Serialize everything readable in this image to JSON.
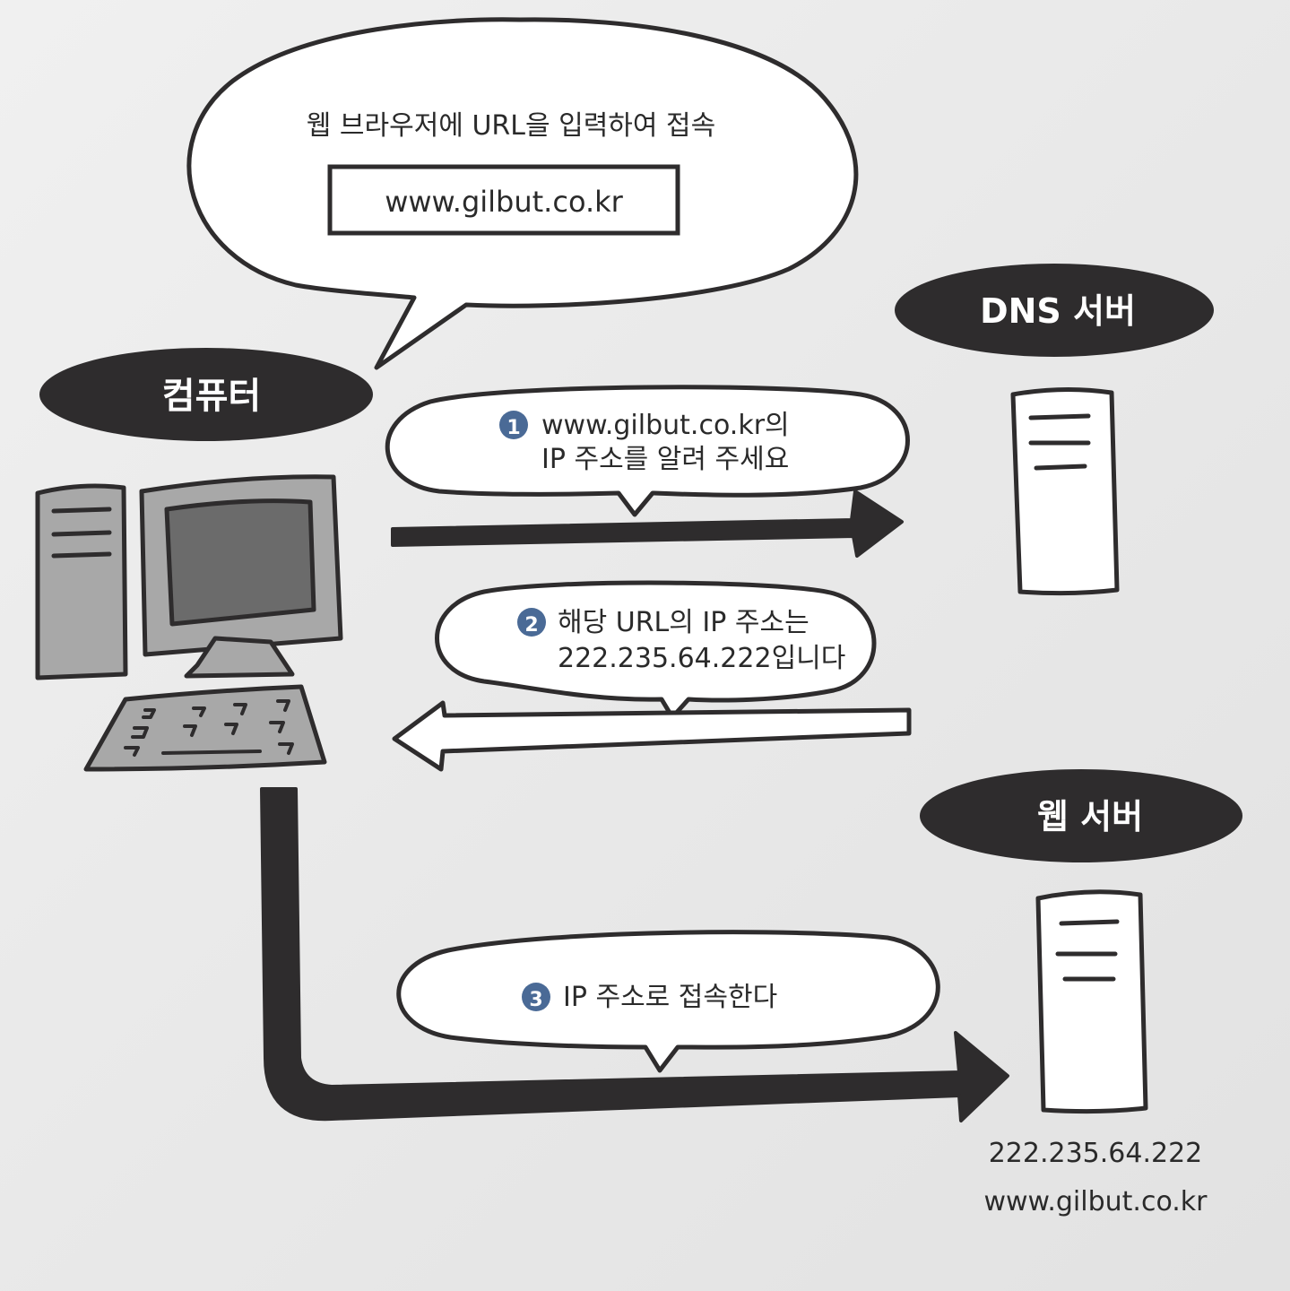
{
  "speech_bubble": {
    "caption": "웹 브라우저에 URL을 입력하여 접속",
    "url_field": "www.gilbut.co.kr"
  },
  "labels": {
    "computer": "컴퓨터",
    "dns_server": "DNS 서버",
    "web_server": "웹 서버"
  },
  "steps": [
    {
      "number": "1",
      "lines": [
        "www.gilbut.co.kr의",
        "IP 주소를 알려 주세요"
      ]
    },
    {
      "number": "2",
      "lines": [
        "해당 URL의 IP 주소는",
        "222.235.64.222입니다"
      ]
    },
    {
      "number": "3",
      "lines": [
        "IP 주소로 접속한다"
      ]
    }
  ],
  "web_server_info": {
    "ip": "222.235.64.222",
    "domain": "www.gilbut.co.kr"
  },
  "colors": {
    "dark": "#2e2c2d",
    "badge": "#4a6a96",
    "device_gray": "#a8a8a8"
  }
}
